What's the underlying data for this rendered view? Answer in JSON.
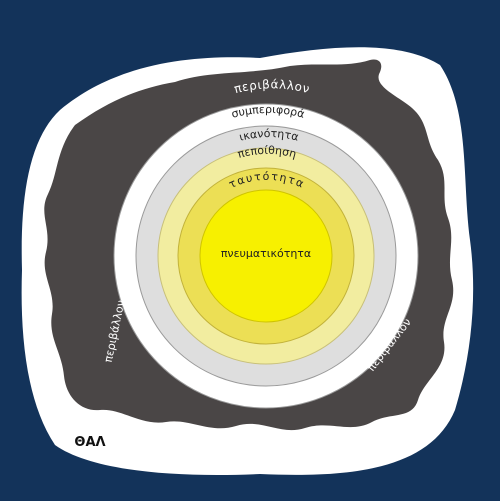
{
  "diagram": {
    "outer_label_top": "περιβάλλον",
    "outer_label_left": "περιβάλλον",
    "outer_label_right": "περιβάλλον",
    "levels": [
      {
        "label": "συμπεριφορά",
        "color": "#ffffff"
      },
      {
        "label": "ικανότητα",
        "color": "#dedede"
      },
      {
        "label": "πεποίθηση",
        "color": "#f2eda0"
      },
      {
        "label": "ταυτότητα",
        "color": "#ecdf55"
      },
      {
        "label": "πνευματικότητα",
        "color": "#f7f000"
      }
    ],
    "logo_text": "ΘΑΛ"
  },
  "colors": {
    "background": "#13335a",
    "paper": "#ffffff",
    "environment_blob": "#4a4646",
    "label_light": "#ffffff",
    "label_dark": "#222222"
  }
}
